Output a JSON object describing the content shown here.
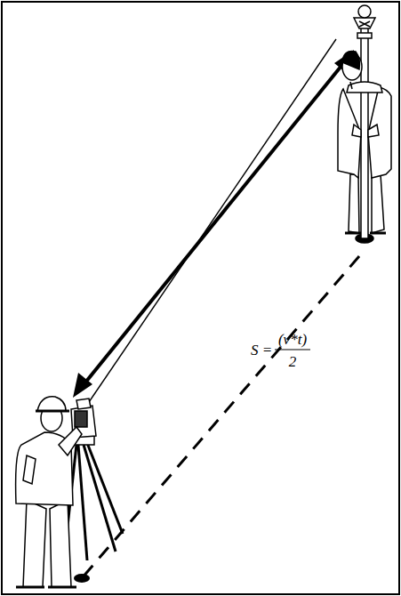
{
  "diagram": {
    "labels": [
      "S =",
      "(v*t)",
      "2"
    ]
  }
}
